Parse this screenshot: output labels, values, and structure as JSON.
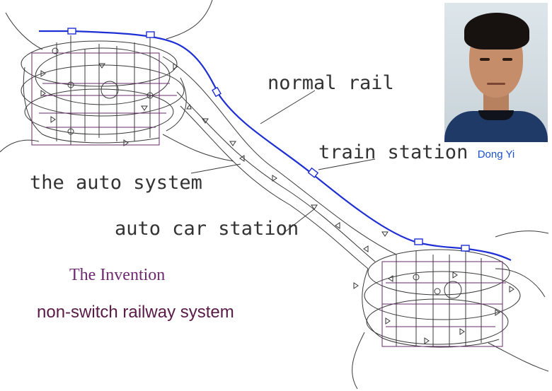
{
  "labels": {
    "normal_rail": "normal rail",
    "train_station": "train station",
    "auto_system": "the auto system",
    "auto_car_station": "auto car station"
  },
  "photo": {
    "caption": "Dong Yi"
  },
  "invention": {
    "title": "The Invention",
    "subtitle": "non-switch railway system"
  },
  "colors": {
    "rail": "#1f2fd6",
    "title": "#6e2a6e",
    "subtitle": "#5a1a46",
    "caption": "#1a4fcf"
  }
}
